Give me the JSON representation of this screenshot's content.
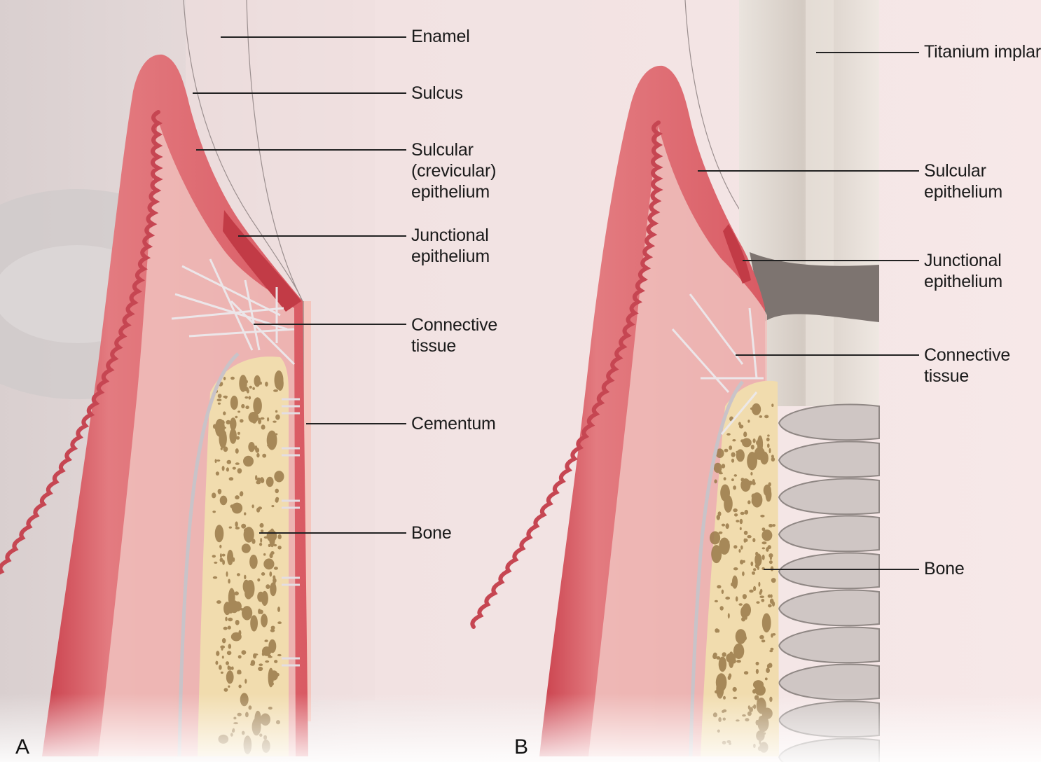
{
  "panels": [
    {
      "id": "A",
      "letter": "A",
      "labels": [
        {
          "key": "enamel",
          "text": "Enamel"
        },
        {
          "key": "sulcus",
          "text": "Sulcus"
        },
        {
          "key": "sulcular_crevicular_epithelium",
          "text": "Sulcular\n(crevicular)\nepithelium"
        },
        {
          "key": "junctional_epithelium",
          "text": "Junctional\nepithelium"
        },
        {
          "key": "connective_tissue",
          "text": "Connective\ntissue"
        },
        {
          "key": "cementum",
          "text": "Cementum"
        },
        {
          "key": "bone",
          "text": "Bone"
        }
      ]
    },
    {
      "id": "B",
      "letter": "B",
      "labels": [
        {
          "key": "titanium_implant",
          "text": "Titanium implar"
        },
        {
          "key": "sulcular_epithelium",
          "text": "Sulcular\nepithelium"
        },
        {
          "key": "junctional_epithelium",
          "text": "Junctional\nepithelium"
        },
        {
          "key": "connective_tissue",
          "text": "Connective\ntissue"
        },
        {
          "key": "bone",
          "text": "Bone"
        }
      ]
    }
  ],
  "colors": {
    "gingiva": "#d9545e",
    "gingiva_light": "#f0b7b4",
    "bone": "#f2ddb0",
    "bone_pore": "#9a7a4a",
    "implant": "#d8cec6",
    "implant_dark": "#7d7470",
    "leader": "#222222",
    "background": "#f3dede"
  },
  "icons": [
    "periodontal-fiber-icon",
    "implant-thread-icon"
  ]
}
